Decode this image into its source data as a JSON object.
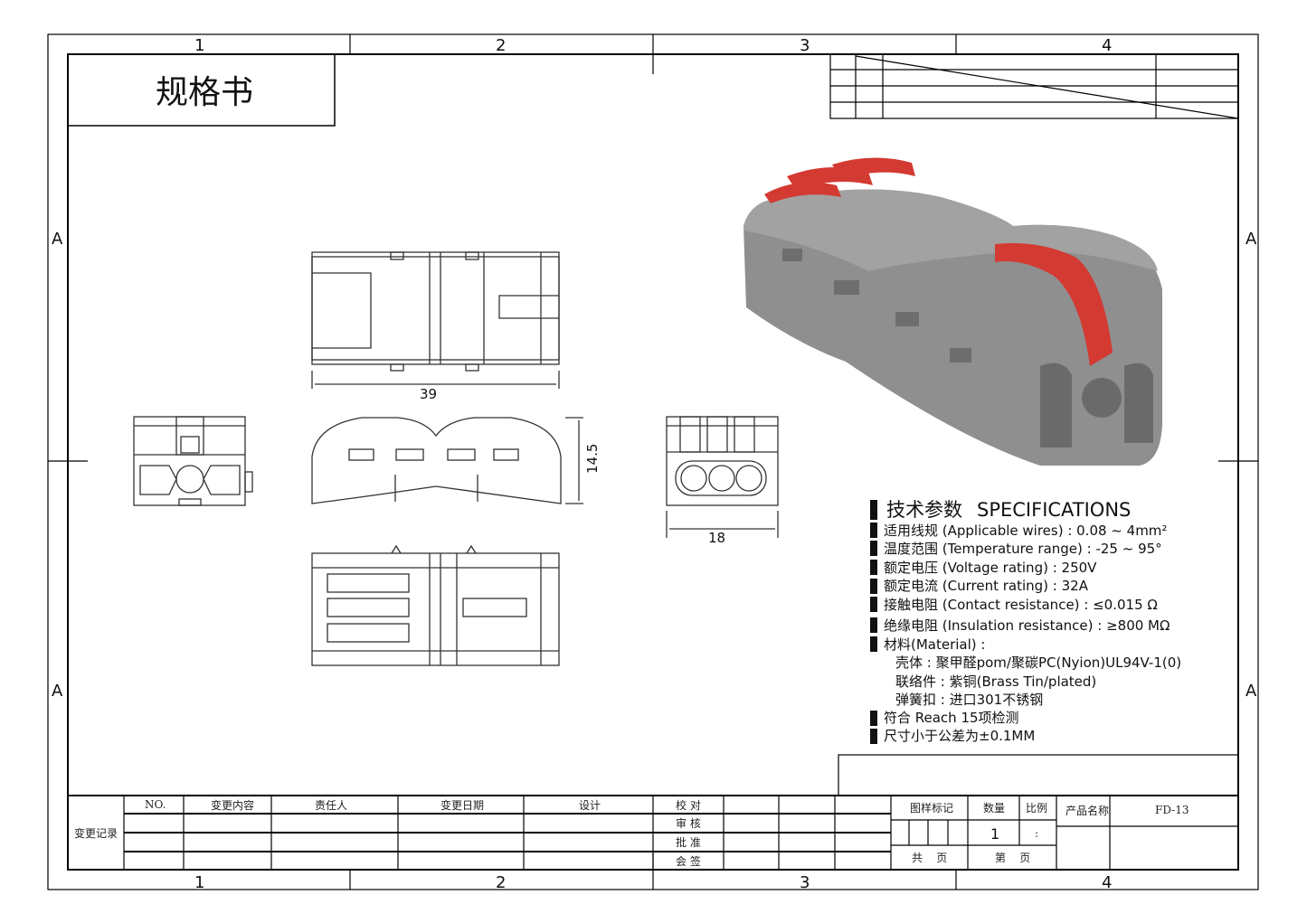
{
  "title": "规格书",
  "zones": {
    "columns": [
      "1",
      "2",
      "3",
      "4"
    ],
    "rows": [
      "A",
      "A"
    ]
  },
  "dimensions": {
    "length": "39",
    "height": "14.5",
    "width": "18"
  },
  "specs": {
    "heading_cn": "技术参数",
    "heading_en": "SPECIFICATIONS",
    "items": [
      "适用线规  (Applicable wires) : 0.08 ~ 4mm²",
      "温度范围  (Temperature range) : -25 ~ 95°",
      "额定电压  (Voltage rating) : 250V",
      "额定电流  (Current rating) : 32A",
      "接触电阻  (Contact resistance) : ≤0.015 Ω",
      "绝缘电阻  (Insulation resistance) : ≥800 MΩ",
      "材料(Material) :"
    ],
    "materials": [
      "壳体 : 聚甲醛pom/聚碳PC(Nyion)UL94V-1(0)",
      "联络件 : 紫铜(Brass  Tin/plated)",
      "弹簧扣 : 进口301不锈钢"
    ],
    "footer_items": [
      "符合 Reach  15项检测",
      "尺寸小于公差为±0.1MM"
    ]
  },
  "title_block": {
    "change_record": "变更记录",
    "headers": [
      "NO.",
      "变更内容",
      "责任人",
      "变更日期",
      "设计"
    ],
    "approvals": [
      "校 对",
      "审 核",
      "批 准",
      "会 签"
    ],
    "drawing_mark": "图样标记",
    "quantity_label": "数量",
    "quantity": "1",
    "scale_label": "比例",
    "scale": ":",
    "product_name_label": "产品名称",
    "product_name": "FD-13",
    "total_pages": "共    页",
    "page_no": "第    页"
  },
  "colors": {
    "body": "#8f8f8f",
    "lever": "#d33a32"
  }
}
